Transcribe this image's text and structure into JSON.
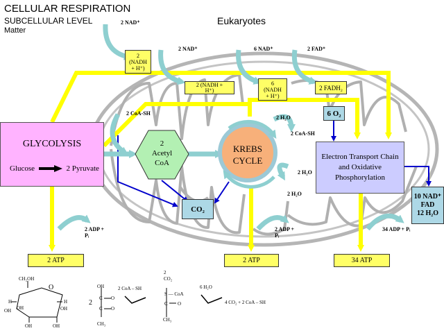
{
  "header": {
    "title": "CELLULAR RESPIRATION",
    "subtitle": "SUBCELLULAR LEVEL",
    "category": "Matter",
    "organism": "Eukaryotes"
  },
  "glycolysis": {
    "title": "GLYCOLYSIS",
    "input": "Glucose",
    "output": "2 Pyruvate"
  },
  "acetyl_coa": {
    "line1": "2",
    "line2": "Acetyl",
    "line3": "CoA"
  },
  "krebs": {
    "line1": "KREBS",
    "line2": "CYCLE"
  },
  "etc": {
    "line1": "Electron Transport Chain",
    "line2": "and Oxidative",
    "line3": "Phosphorylation"
  },
  "boxes": {
    "nadh_glycolysis": {
      "line1": "2",
      "line2": "(NADH",
      "line3": "+ H⁺)"
    },
    "nadh_acetyl": {
      "line1": "2 (NADH +",
      "line2": "H⁺)"
    },
    "nadh_krebs": {
      "line1": "6",
      "line2": "(NADH",
      "line3": "+ H⁺)"
    },
    "fadh2": "2 FADH₂",
    "co2": "CO₂",
    "o2": "6 O₂",
    "etc_out": {
      "line1": "10 NAD⁺",
      "line2": "FAD",
      "line3": "12 H₂O"
    }
  },
  "atp": {
    "glycolysis": "2 ATP",
    "krebs": "2 ATP",
    "etc": "34 ATP"
  },
  "labels": {
    "nad_top": "2 NAD⁺",
    "nad_acetyl": "2 NAD⁺",
    "nad_krebs": "6 NAD⁺",
    "fad": "2 FAD⁺",
    "coash_in": "2 CoA-SH",
    "h2o_a": "2 H₂O",
    "coash_out": "2 CoA-SH",
    "h2o_b": "2 H₂O",
    "h2o_c": "2 H₂O",
    "adp_glyc_1": "2 ADP +",
    "adp_glyc_2": "Pᵢ",
    "adp_krebs_1": "2 ADP +",
    "adp_krebs_2": "Pᵢ",
    "adp_etc": "34 ADP + Pᵢ"
  },
  "chem": {
    "ch2oh": "CH₂OH",
    "o": "O",
    "h": "H",
    "oh": "OH",
    "coef2": "2",
    "c": "C",
    "ch3": "CH₃",
    "eq_o": "O",
    "coa_sh": "2 CoA – SH",
    "co2_2": "2",
    "co2_label": "CO₂",
    "s_coa": "S — CoA",
    "h2o_6": "6 H₂O",
    "final": "4 CO₂ + 2 CoA – SH"
  },
  "colors": {
    "yellow_arrow": "#ffff00",
    "blue_arrow": "#0000cc",
    "teal_arrow": "#8ecfd0",
    "glycolysis_box": "#ffb3ff",
    "etc_box": "#ccccff",
    "mito": "#b5b5b5",
    "light_blue_box": "#add8e6",
    "yellow_box": "#ffff66"
  }
}
